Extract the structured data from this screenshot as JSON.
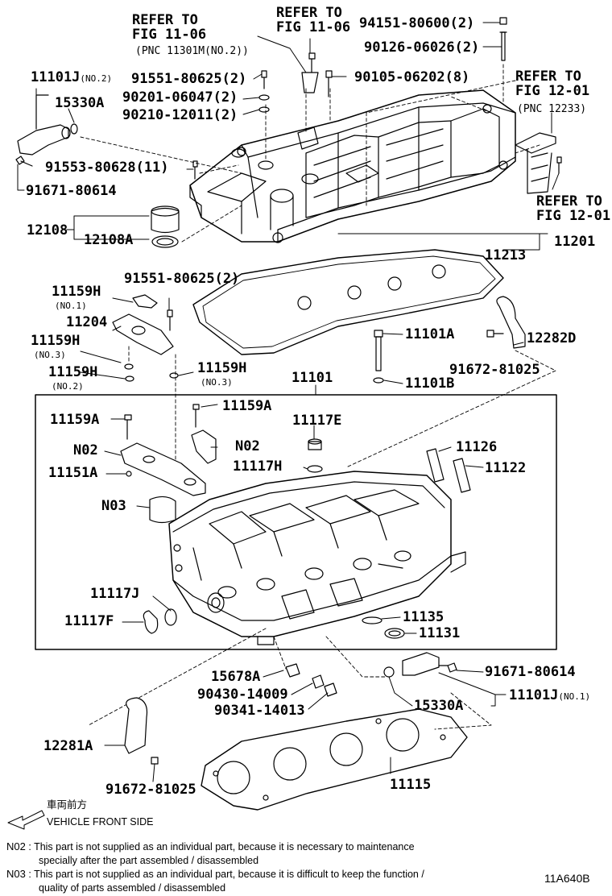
{
  "labels": {
    "refer_fig_11_06_a": [
      "REFER TO",
      "FIG 11-06"
    ],
    "pnc_11301m": "(PNC 11301M(NO.2))",
    "refer_fig_11_06_b": [
      "REFER TO",
      "FIG 11-06"
    ],
    "p94151": "94151-80600(2)",
    "p90126": "90126-06026(2)",
    "p11101j_no2": "11101J",
    "no2_small": "(NO.2)",
    "p91551_top": "91551-80625(2)",
    "p90105": "90105-06202(8)",
    "p15330a_top": "15330A",
    "p90201": "90201-06047(2)",
    "p90210": "90210-12011(2)",
    "refer_fig_12_01_a": [
      "REFER TO",
      "FIG 12-01"
    ],
    "pnc_12233": "(PNC 12233)",
    "p91553": "91553-80628(11)",
    "p91671_top": "91671-80614",
    "refer_fig_12_01_b": [
      "REFER TO",
      "FIG 12-01"
    ],
    "p12108": "12108",
    "p12108a": "12108A",
    "p11201": "11201",
    "p11213": "11213",
    "p11159h_no1": "11159H",
    "no1_small": "(NO.1)",
    "p91551_mid": "91551-80625(2)",
    "p11204": "11204",
    "p11159h_no3_left": "11159H",
    "no3_small_left": "(NO.3)",
    "p11159h_no2": "11159H",
    "no2_small_b": "(NO.2)",
    "p11159h_no3_right": "11159H",
    "no3_small_right": "(NO.3)",
    "p11101a": "11101A",
    "p12282d": "12282D",
    "p91672_top": "91672-81025",
    "p11101b": "11101B",
    "p11101": "11101",
    "p11159a_left": "11159A",
    "p11159a_right": "11159A",
    "p11117e": "11117E",
    "n02_left": "N02",
    "n02_right": "N02",
    "p11126": "11126",
    "p11151a": "11151A",
    "p11117h": "11117H",
    "p11122": "11122",
    "n03": "N03",
    "p11117j": "11117J",
    "p11117f": "11117F",
    "p11135": "11135",
    "p11131": "11131",
    "p15678a": "15678A",
    "p91671_bottom": "91671-80614",
    "p90430": "90430-14009",
    "p90341": "90341-14013",
    "p15330a_bottom": "15330A",
    "p11101j_no1": "11101J",
    "no1_small_b": "(NO.1)",
    "p12281a": "12281A",
    "p11115": "11115",
    "p91672_bottom": "91672-81025"
  },
  "direction": {
    "jp": "車両前方",
    "en": "VEHICLE FRONT SIDE"
  },
  "notes": [
    {
      "code": "N02",
      "lines": [
        "This part is not supplied as an individual part, because it is necessary to maintenance",
        "specially after the part assembled / disassembled"
      ]
    },
    {
      "code": "N03",
      "lines": [
        "This part is not supplied as an individual part, because it is difficult to keep the function /",
        "quality of parts  assembled / disassembled"
      ]
    }
  ],
  "figure_id": "11A640B"
}
